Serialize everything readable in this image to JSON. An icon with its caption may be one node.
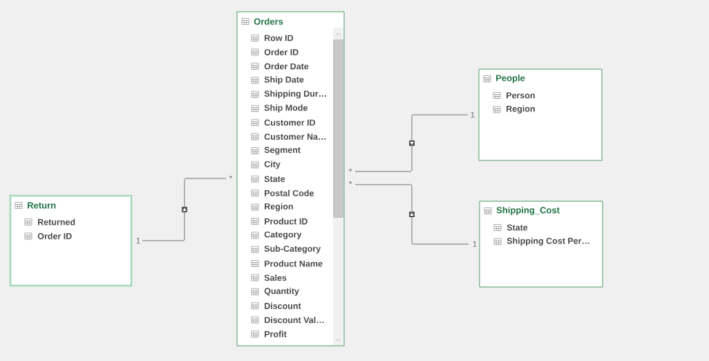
{
  "diagram": {
    "nodes": [
      {
        "text": [
          "Return",
          "Returned",
          "Order ID"
        ]
      },
      {
        "text": [
          "Orders",
          "Row ID",
          "Order ID",
          "Order Date",
          "Ship Date",
          "Shipping Dur…",
          "Ship Mode",
          "Customer ID",
          "Customer Na…",
          "Segment",
          "City",
          "State",
          "Postal Code",
          "Region",
          "Product ID",
          "Category",
          "Sub-Category",
          "Product Name",
          "Sales",
          "Quantity",
          "Discount",
          "Discount Val…",
          "Profit"
        ]
      },
      {
        "text": [
          "People",
          "Person",
          "Region"
        ]
      },
      {
        "text": [
          "Shipping_Cost",
          "State",
          "Shipping Cost Per…"
        ]
      }
    ],
    "edges": [
      {
        "from": 0,
        "to": 1,
        "arrow": "to"
      },
      {
        "from": 2,
        "to": 1,
        "arrow": "to"
      },
      {
        "from": 3,
        "to": 1,
        "arrow": "to"
      }
    ],
    "labels": [
      "1",
      "*",
      "*",
      "*",
      "1",
      "1"
    ]
  }
}
